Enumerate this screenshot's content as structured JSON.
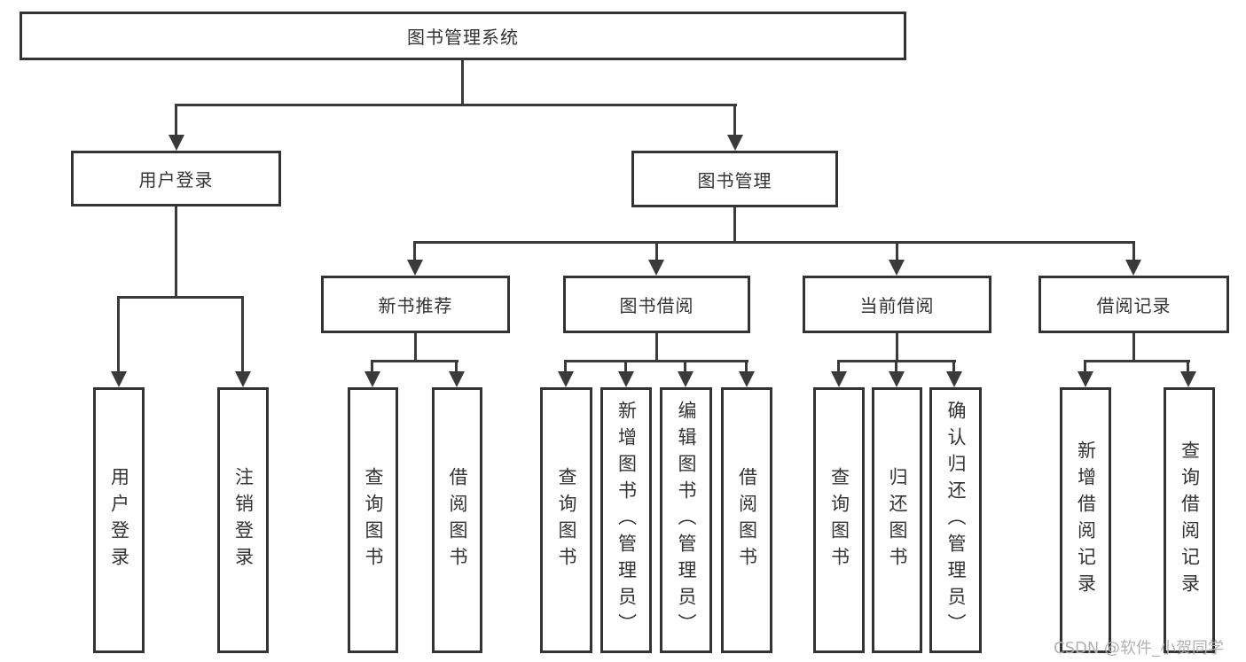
{
  "colors": {
    "line": "#3a3a3a",
    "border": "#333333",
    "text": "#333333",
    "watermark": "#b2b2b2",
    "background": "#ffffff"
  },
  "tree": {
    "label": "图书管理系统",
    "children": [
      {
        "label": "用户登录",
        "children": [
          {
            "label": "用户登录"
          },
          {
            "label": "注销登录"
          }
        ]
      },
      {
        "label": "图书管理",
        "children": [
          {
            "label": "新书推荐",
            "children": [
              {
                "label": "查询图书"
              },
              {
                "label": "借阅图书"
              }
            ]
          },
          {
            "label": "图书借阅",
            "children": [
              {
                "label": "查询图书"
              },
              {
                "label": "新增图书（管理员）"
              },
              {
                "label": "编辑图书（管理员）"
              },
              {
                "label": "借阅图书"
              }
            ]
          },
          {
            "label": "当前借阅",
            "children": [
              {
                "label": "查询图书"
              },
              {
                "label": "归还图书"
              },
              {
                "label": "确认归还（管理员）"
              }
            ]
          },
          {
            "label": "借阅记录",
            "children": [
              {
                "label": "新增借阅记录"
              },
              {
                "label": "查询借阅记录"
              }
            ]
          }
        ]
      }
    ]
  },
  "watermark": "CSDN @软件_小贺同学"
}
